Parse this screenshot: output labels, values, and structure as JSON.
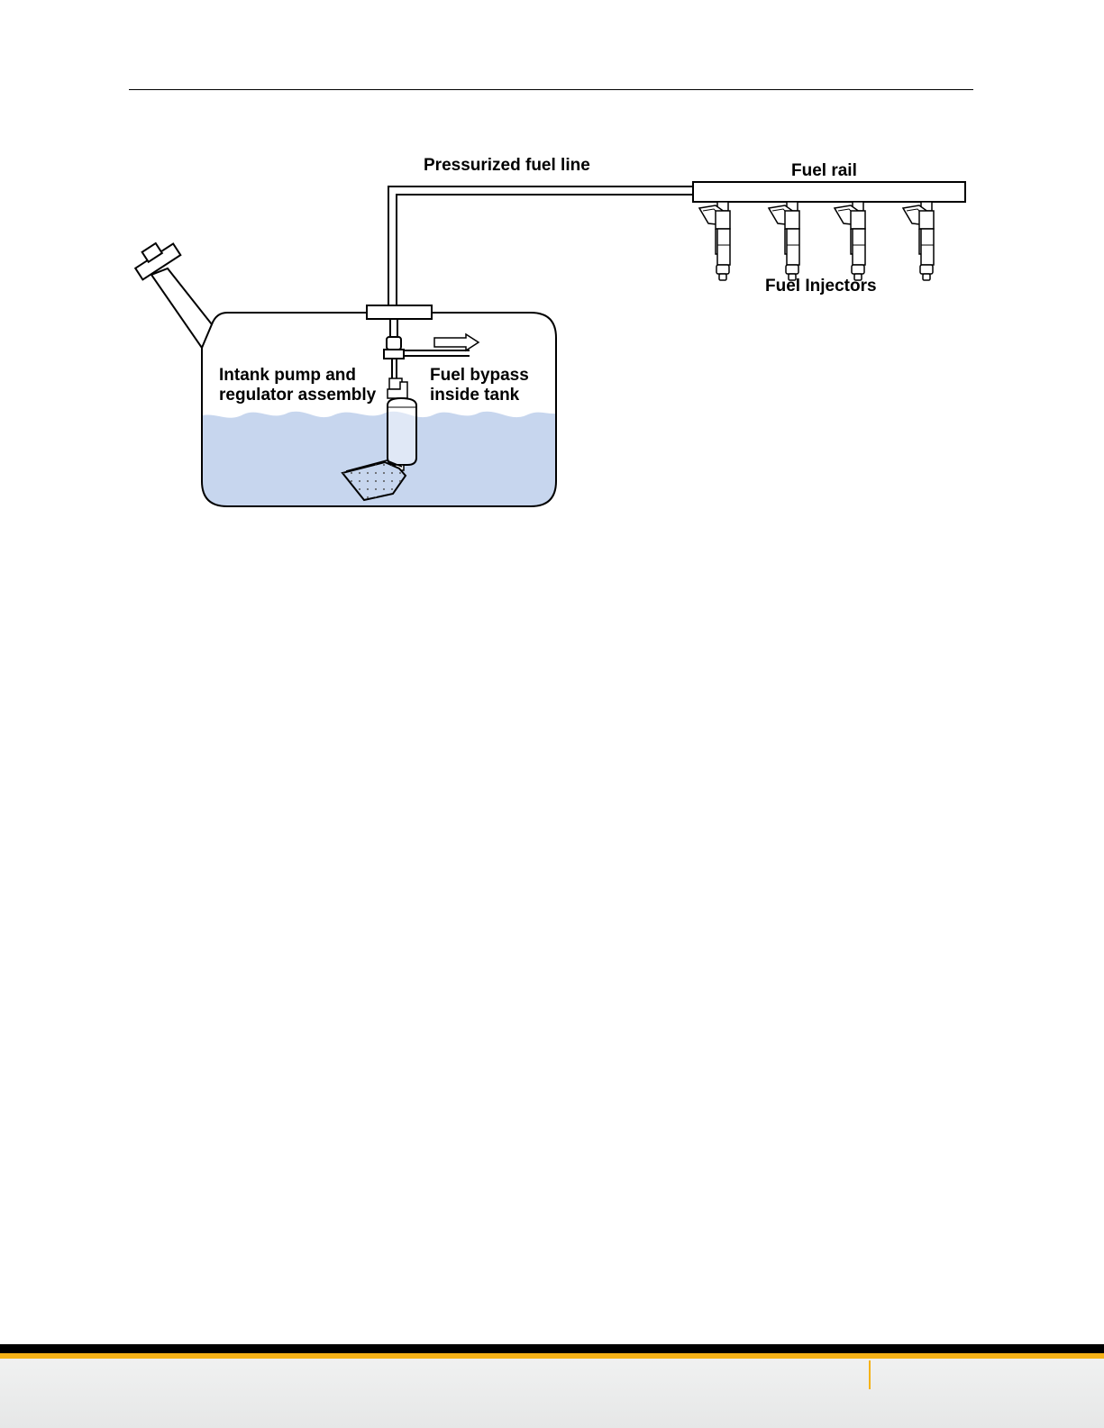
{
  "labels": {
    "pressurized_fuel_line": "Pressurized fuel line",
    "fuel_rail": "Fuel rail",
    "fuel_injectors": "Fuel Injectors",
    "pump_line1": "Intank pump and",
    "pump_line2": "regulator assembly",
    "bypass_line1": "Fuel bypass",
    "bypass_line2": "inside tank"
  },
  "colors": {
    "fuel": "#c7d6ee",
    "footer_gold": "#f5b217",
    "footer_band": "#eeefef"
  },
  "icons": {
    "bypass_arrow": "arrow-right-icon",
    "strainer": "filter-icon"
  }
}
